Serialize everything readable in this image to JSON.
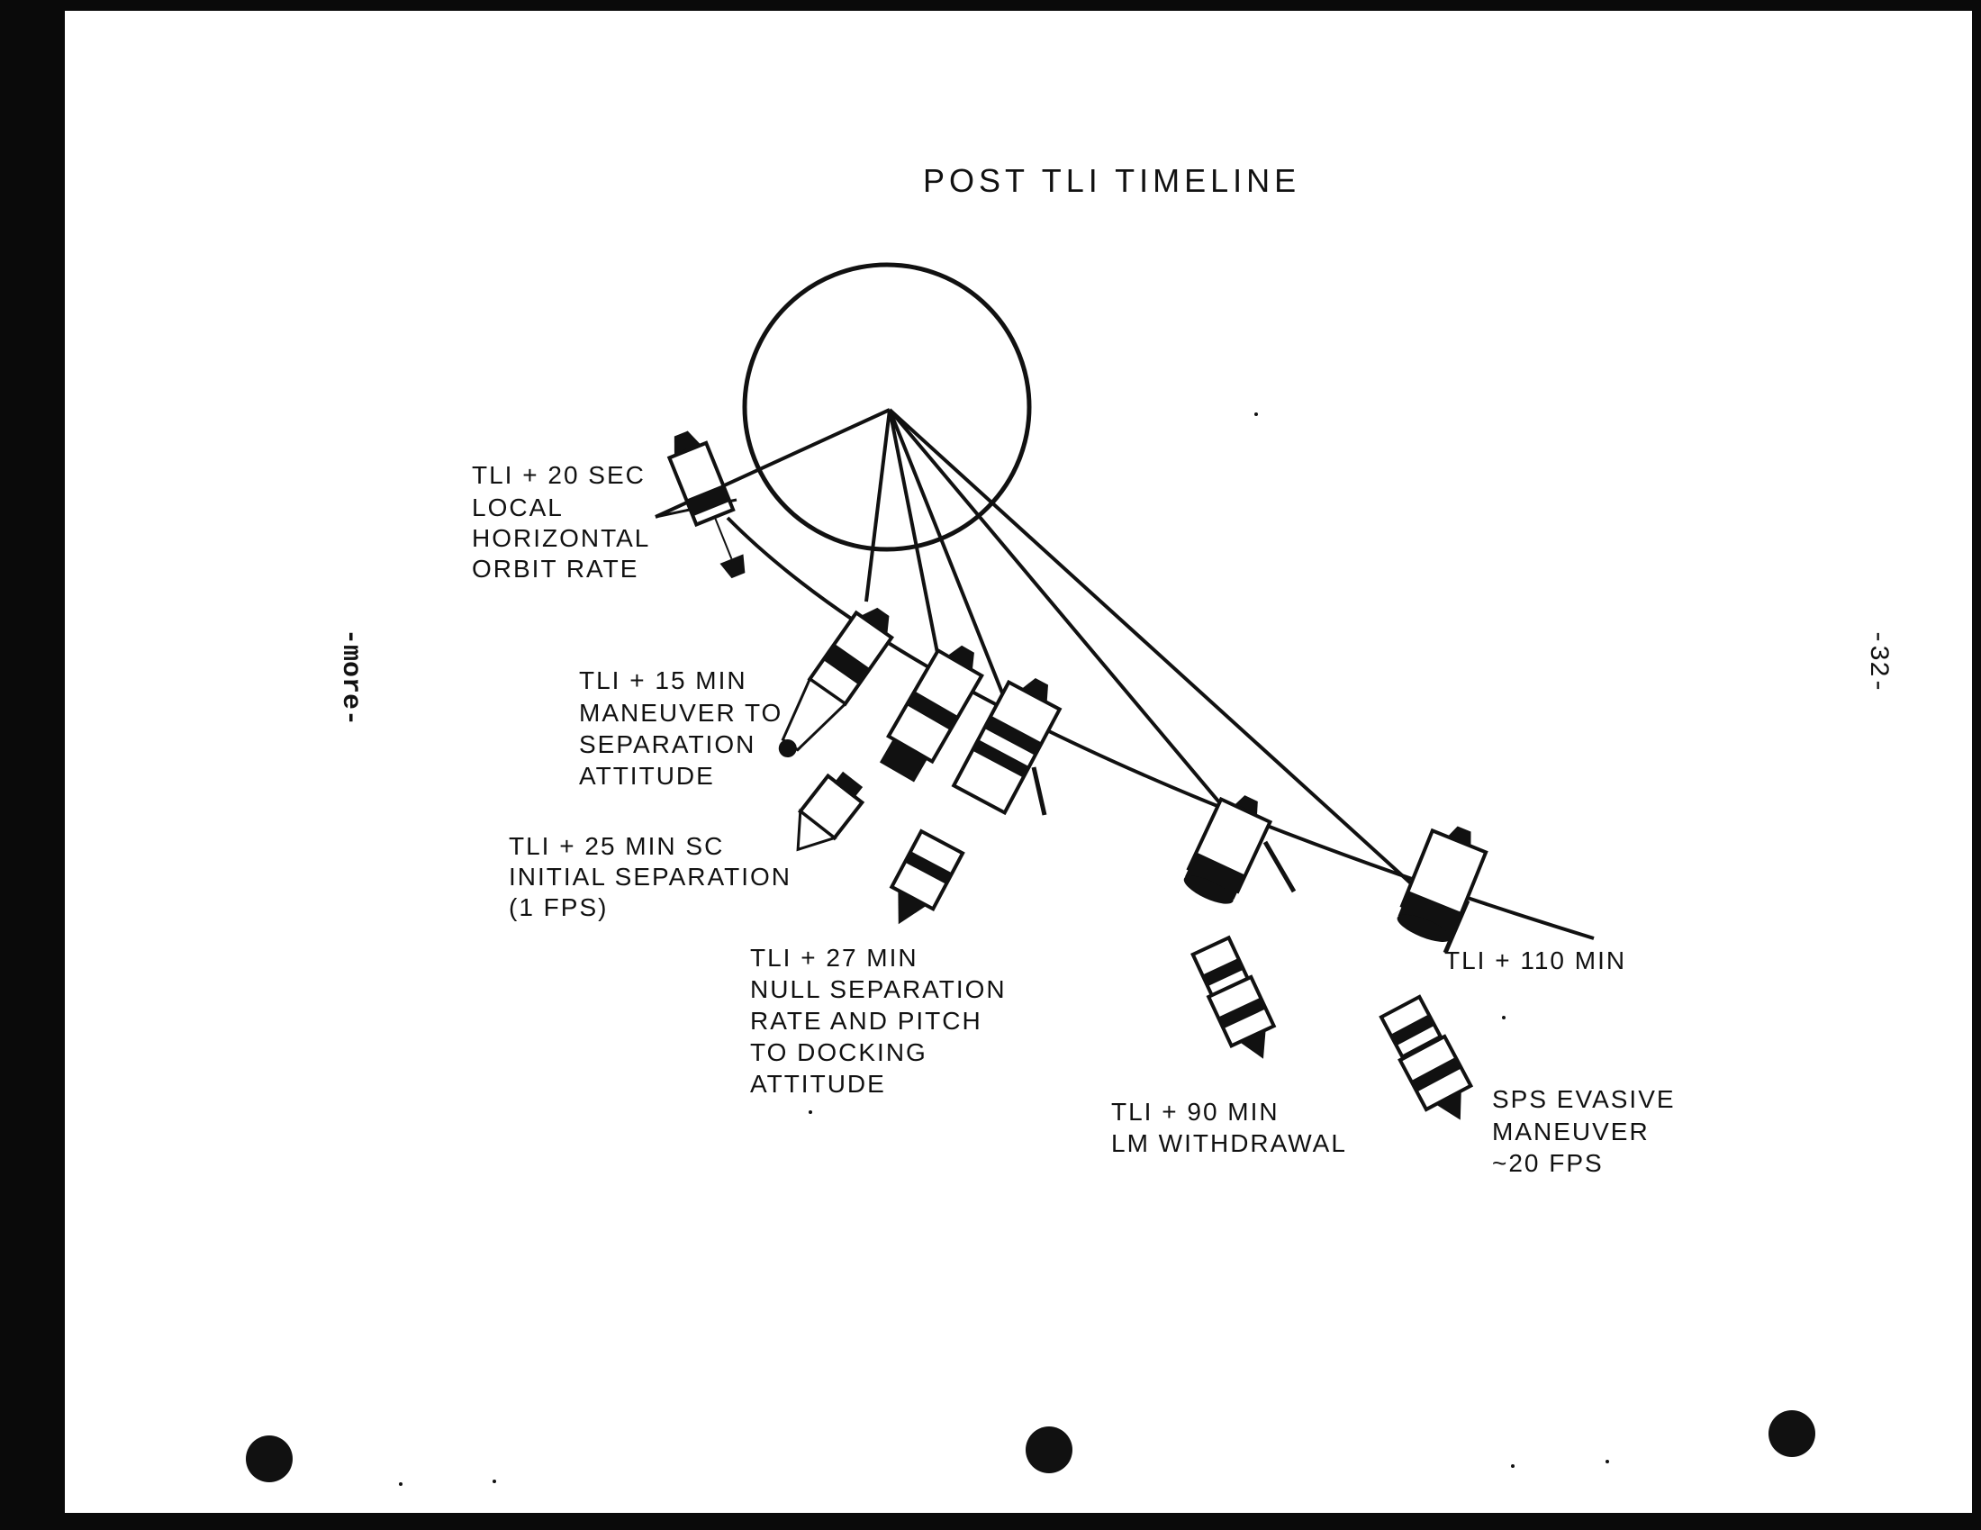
{
  "title": "POST TLI TIMELINE",
  "side_note": "-more-",
  "page_number": "-32-",
  "labels": {
    "tli_20_sec": [
      "TLI + 20 SEC",
      "LOCAL",
      "HORIZONTAL",
      "ORBIT RATE"
    ],
    "tli_15_min": [
      "TLI + 15 MIN",
      "MANEUVER TO",
      "SEPARATION",
      "ATTITUDE"
    ],
    "tli_25_min": [
      "TLI + 25 MIN SC",
      "INITIAL SEPARATION",
      "(1 FPS)"
    ],
    "tli_27_min": [
      "TLI + 27 MIN",
      "NULL SEPARATION",
      "RATE AND PITCH",
      "TO DOCKING",
      "ATTITUDE"
    ],
    "tli_90_min": [
      "TLI + 90 MIN",
      "LM WITHDRAWAL"
    ],
    "tli_110_min": [
      "TLI + 110 MIN"
    ],
    "sps_evasive": [
      "SPS EVASIVE",
      "MANEUVER",
      "~20 FPS"
    ]
  },
  "colors": {
    "ink": "#111111",
    "paper": "#ffffff",
    "border": "#0a0a0a"
  }
}
